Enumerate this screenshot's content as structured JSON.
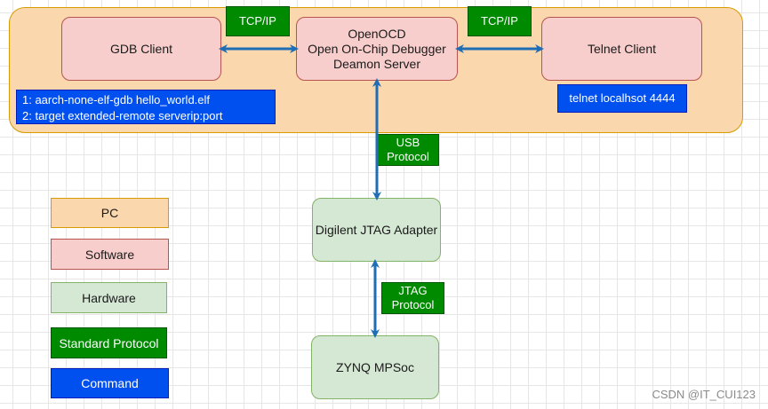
{
  "nodes": {
    "gdb_client": "GDB Client",
    "openocd_line1": "OpenOCD",
    "openocd_line2": "Open On-Chip Debugger",
    "openocd_line3": "Deamon Server",
    "telnet_client": "Telnet Client",
    "jtag_adapter": "Digilent JTAG Adapter",
    "zynq": "ZYNQ MPSoc"
  },
  "protocols": {
    "tcpip_left": "TCP/IP",
    "tcpip_right": "TCP/IP",
    "usb_line1": "USB",
    "usb_line2": "Protocol",
    "jtag_line1": "JTAG",
    "jtag_line2": "Protocol"
  },
  "commands": {
    "gdb_cmd1": "1:  aarch-none-elf-gdb hello_world.elf",
    "gdb_cmd2": "2:  target extended-remote serverip:port",
    "telnet_cmd": "telnet localhsot 4444"
  },
  "legend": {
    "pc": "PC",
    "software": "Software",
    "hardware": "Hardware",
    "standard_protocol": "Standard Protocol",
    "command": "Command"
  },
  "colors": {
    "pc_fill": "#fad7ac",
    "software_fill": "#f8cecc",
    "hardware_fill": "#d5e8d4",
    "protocol_fill": "#008a00",
    "command_fill": "#0050ef",
    "connector": "#1f6db5"
  },
  "watermark": "CSDN @IT_CUI123"
}
